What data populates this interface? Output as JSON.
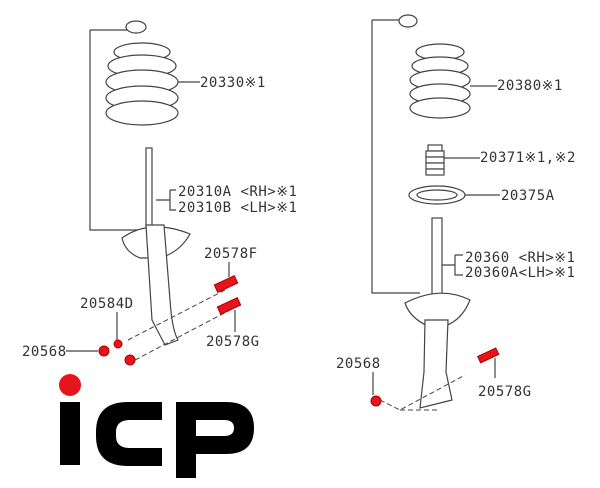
{
  "left_assembly": {
    "spring": "20330※1",
    "strut_rh": "20310A <RH>※1",
    "strut_lh": "20310B <LH>※1",
    "bolt_upper": "20578F",
    "washer": "20584D",
    "nut": "20568",
    "bolt_lower": "20578G"
  },
  "right_assembly": {
    "spring": "20380※1",
    "bump_stop": "20371※1,※2",
    "seat": "20375A",
    "strut_rh": "20360  <RH>※1",
    "strut_lh": "20360A<LH>※1",
    "nut": "20568",
    "bolt": "20578G"
  },
  "logo": {
    "text": "ICP",
    "dot_color": "#e8141c",
    "letter_color": "#000000"
  },
  "colors": {
    "highlight_parts": "#e8141c",
    "line": "#444444"
  }
}
